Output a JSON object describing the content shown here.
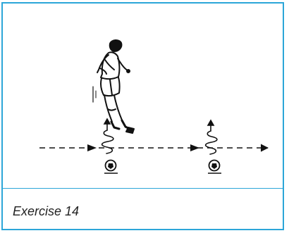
{
  "caption": {
    "text": "Exercise 14"
  },
  "colors": {
    "frame_border": "#2ca6d8",
    "ink": "#111111",
    "text": "#222222",
    "background": "#ffffff"
  },
  "figure": {
    "elements": [
      "jumping-player",
      "dashed-line-arrow",
      "spring-jump-marker-1",
      "spring-jump-marker-2",
      "ball-1",
      "ball-2"
    ]
  }
}
